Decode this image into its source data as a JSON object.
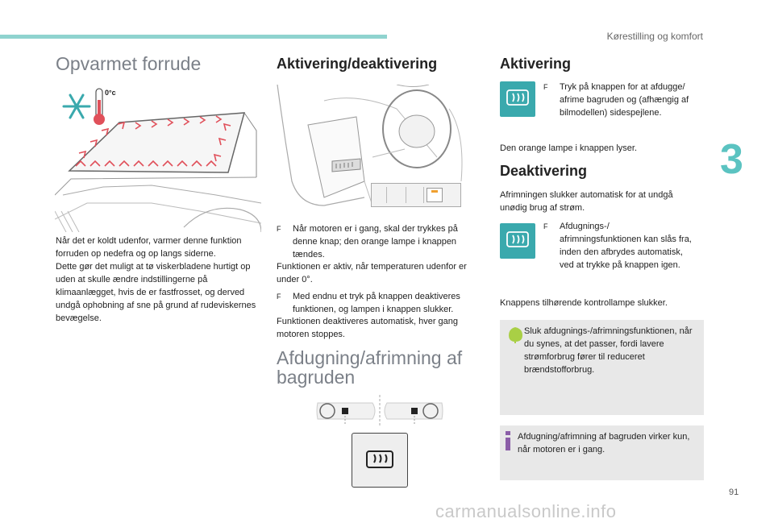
{
  "header": {
    "section": "Kørestilling og komfort",
    "chapter": "3",
    "page": "91"
  },
  "col1": {
    "title": "Opvarmet forrude",
    "illustration_temp": "0°c",
    "paragraph": "Når det er koldt udenfor, varmer denne funktion forruden op nedefra og op langs siderne.\nDette gør det muligt at tø viskerbladene hurtigt op uden at skulle ændre indstillingerne på klimaanlægget, hvis de er fastfrosset, og derved undgå ophobning af sne på grund af rudeviskernes bevægelse."
  },
  "col2": {
    "title": "Aktivering/deaktivering",
    "bullet1": "Når motoren er i gang, skal der trykkes på denne knap; den orange lampe i knappen tændes.",
    "para1": "Funktionen er aktiv, når temperaturen udenfor er under 0°.",
    "bullet2": "Med endnu et tryk på knappen deaktiveres funktionen, og lampen i knappen slukker.",
    "para2": "Funktionen deaktiveres automatisk, hver gang motoren stoppes.",
    "title2_line1": "Afdugning/afrimning af",
    "title2_line2": "bagruden"
  },
  "col3": {
    "title_on": "Aktivering",
    "bullet_on": "Tryk på knappen for at afdugge/ afrime bagruden og (afhængig af bilmodellen) sidespejlene.",
    "para_on": "Den orange lampe i knappen lyser.",
    "title_off": "Deaktivering",
    "para_off": "Afrimningen slukker automatisk for at undgå unødig brug af strøm.",
    "bullet_off": "Afdugnings-/ afrimningsfunktionen kan slås fra, inden den afbrydes automatisk, ved at trykke på knappen igen.",
    "para_off2": "Knappens tilhørende kontrollampe slukker.",
    "tip": "Sluk afdugnings-/afrimningsfunktionen, når du synes, at det passer, fordi lavere strømforbrug fører til reduceret brændstofforbrug.",
    "info": "Afdugning/afrimning af bagruden virker kun, når motoren er i gang."
  },
  "watermark": "carmanualsonline.info",
  "colors": {
    "accent": "#3aa9ad",
    "topbar": "#8fd3cf",
    "chapter": "#5bc3c1",
    "tip_icon": "#a9cf45",
    "info_icon": "#8b5ea8"
  }
}
